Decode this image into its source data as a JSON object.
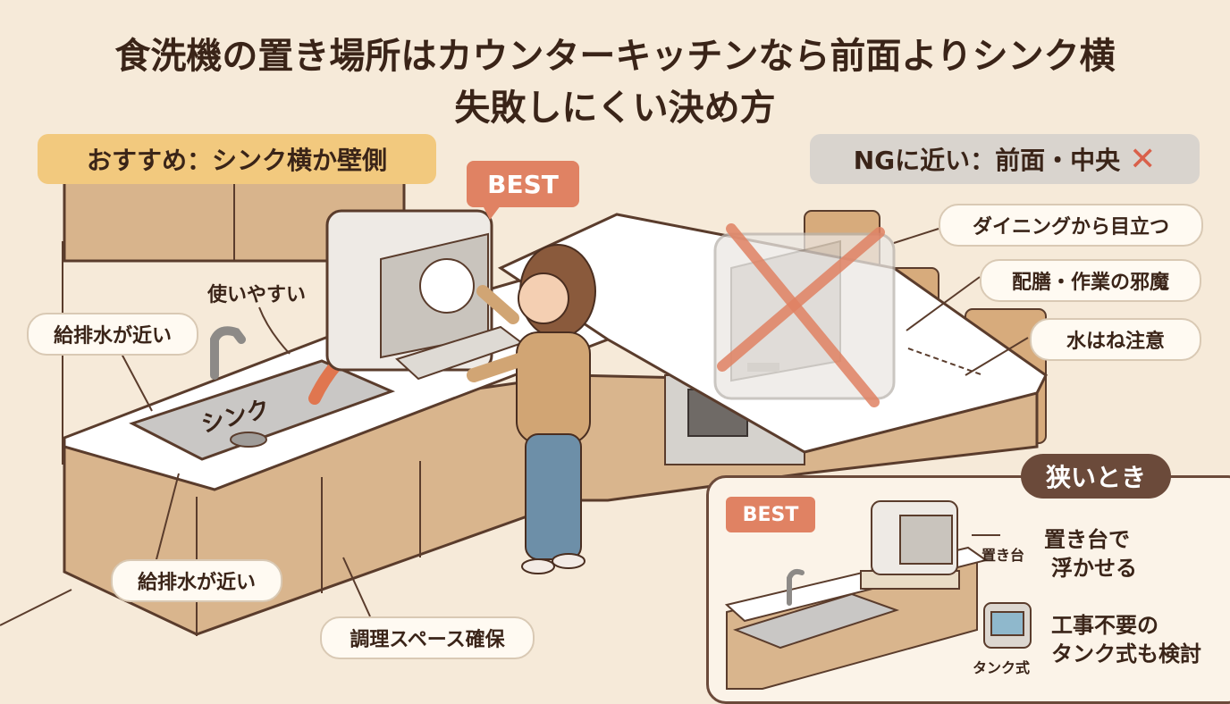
{
  "title": {
    "line1": "食洗機の置き場所はカウンターキッチンなら前面よりシンク横",
    "line2": "失敗しにくい決め方"
  },
  "recommend": {
    "label": "おすすめ：シンク横か壁側"
  },
  "ng": {
    "label": "NGに近い：前面・中央",
    "icon": "x-icon",
    "color": "#d9604a"
  },
  "best_tag": "BEST",
  "left_labels": {
    "easy": "使いやすい",
    "near_water_top": "給排水が近い",
    "sink": "シンク",
    "near_water_bottom": "給排水が近い",
    "cooking_space": "調理スペース確保"
  },
  "right_labels": {
    "visible": "ダイニングから目立つ",
    "obstacle": "配膳・作業の邪魔",
    "splash": "水はね注意"
  },
  "narrow": {
    "tab": "狭いとき",
    "best": "BEST",
    "stand_label": "置き台",
    "stand_text_1": "置き台で",
    "stand_text_2": "浮かせる",
    "tank_label": "タンク式",
    "tank_text_1": "工事不要の",
    "tank_text_2": "タンク式も検討"
  },
  "colors": {
    "best": "#e08263",
    "recommend": "#f2c97e",
    "ng_bg": "#d9d4ce",
    "wood": "#d8b48c",
    "accent_dark": "#6b4a3a"
  }
}
